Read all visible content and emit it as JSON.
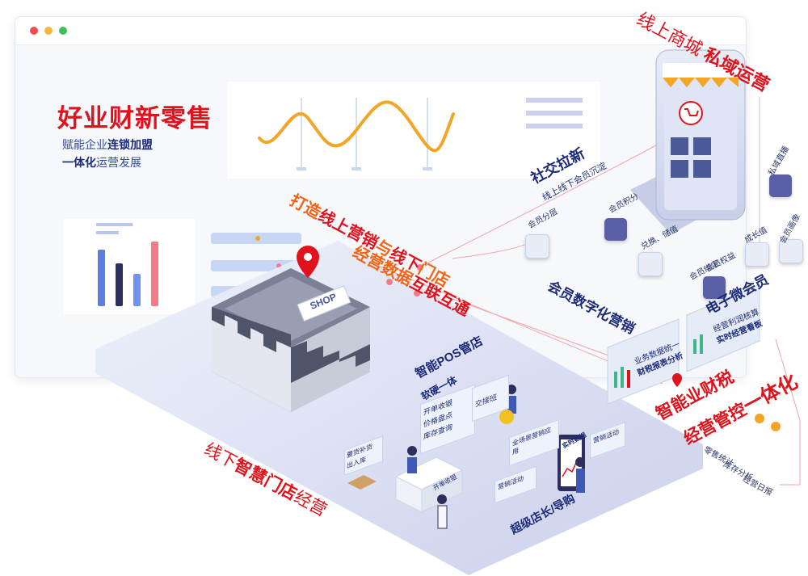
{
  "hero": {
    "title": "好业财新零售",
    "sub1_a": "赋能企业",
    "sub1_b": "连锁加盟",
    "sub2_a": "一体化",
    "sub2_b": "运营发展"
  },
  "online_mall": {
    "a": "线上商城",
    "b": "私域运营"
  },
  "omni": {
    "l1_a": "打造",
    "l1_b": "线上营销",
    "l1_c": "与",
    "l1_d": "线下",
    "l1_e": "门店",
    "l2_a": "经营数据",
    "l2_b": "互联互通"
  },
  "shop_sign": "SHOP",
  "social": {
    "title": "社交拉新",
    "sub": "线上线下会员沉淀"
  },
  "member": {
    "title": "会员数字化营销",
    "tiers": "会员分层",
    "points": "会员积分",
    "redeem": "兑换、储值",
    "bind": "会员绑定",
    "benefits": "会员权益",
    "growth": "成长值",
    "portrait": "会员画像",
    "live": "私域直播"
  },
  "e_member": "电子微会员",
  "report1": {
    "l1": "业务数据统一",
    "l2": "财税报表分析"
  },
  "report2": {
    "l1": "经营利润核算",
    "l2": "实时经营看板"
  },
  "finance": {
    "a": "智能业财税",
    "b": "经营管控",
    "c": "一体化"
  },
  "fin_items": [
    "零售统计",
    "库存分析",
    "经营日报"
  ],
  "pos": {
    "title": "智能POS管店",
    "sub": "软硬一体",
    "c1": "开单收银",
    "c2": "价格盘点",
    "c3": "库存查询",
    "c4": "交接班"
  },
  "store_labels": {
    "restock": "要货补货",
    "inout": "出入库",
    "checkout": "开单收银",
    "omni_scene": "全场景营销应用",
    "realtime": "实时数据",
    "shift": "营销活动",
    "marketing": "营销活动"
  },
  "store": {
    "a": "线下",
    "b": "智慧门店",
    "c": "经营"
  },
  "super_guide": "超级店长/导购",
  "colors": {
    "red": "#e0131c",
    "orange": "#ee6515",
    "navy": "#1c2a78",
    "purple": "#5b5fa6"
  }
}
